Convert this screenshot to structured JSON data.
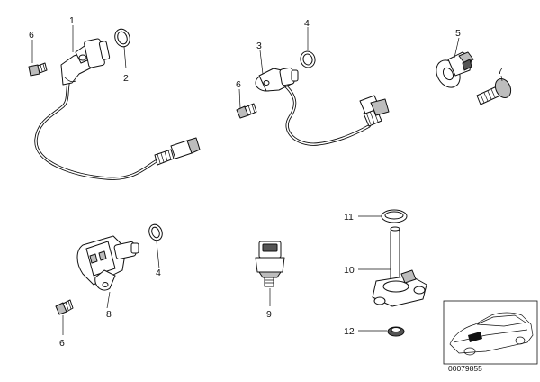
{
  "labels": {
    "sensor_with_cable_1": "1",
    "oring_2": "2",
    "sensor_with_cable_3": "3",
    "oring_4_top": "4",
    "knock_sensor_5": "5",
    "bolt_6_top_left": "6",
    "bolt_6_middle": "6",
    "bolt_6_bottom_left": "6",
    "bolt_7": "7",
    "sensor_8": "8",
    "oring_4_bottom": "4",
    "pressure_switch_9": "9",
    "oil_level_sensor_10": "10",
    "gasket_11": "11",
    "grommet_12": "12"
  },
  "thumbnail": {
    "ref_code": "00079855"
  }
}
